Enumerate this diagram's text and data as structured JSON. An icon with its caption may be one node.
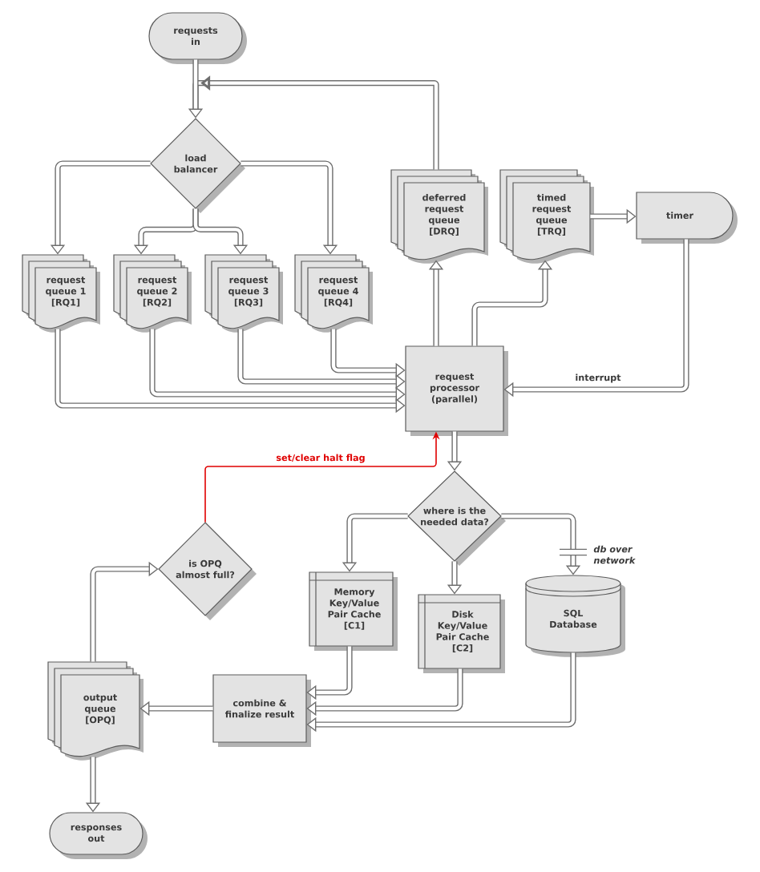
{
  "diagram": {
    "nodes": [
      {
        "text": [
          "requests in"
        ]
      },
      {
        "text": [
          "load balancer"
        ]
      },
      {
        "text": [
          "request queue 1 [RQ1]"
        ]
      },
      {
        "text": [
          "request queue 2 [RQ2]"
        ]
      },
      {
        "text": [
          "request queue 3 [RQ3]"
        ]
      },
      {
        "text": [
          "request queue 4 [RQ4]"
        ]
      },
      {
        "text": [
          "deferred request queue [DRQ]"
        ]
      },
      {
        "text": [
          "timed request queue [TRQ]"
        ]
      },
      {
        "text": [
          "timer"
        ]
      },
      {
        "text": [
          "request processor (parallel)"
        ]
      },
      {
        "text": [
          "where is the needed data?"
        ]
      },
      {
        "text": [
          "is OPQ almost full?"
        ]
      },
      {
        "text": [
          "Memory Key/Value Pair Cache [C1]"
        ]
      },
      {
        "text": [
          "Disk Key/Value Pair Cache [C2]"
        ]
      },
      {
        "text": [
          "SQL Database"
        ]
      },
      {
        "text": [
          "combine & finalize result"
        ]
      },
      {
        "text": [
          "output queue [OPQ]"
        ]
      },
      {
        "text": [
          "responses out"
        ]
      }
    ],
    "edges": [
      {
        "from": 0,
        "to": 1,
        "arrow": "to"
      },
      {
        "from": 1,
        "to": 2,
        "arrow": "to"
      },
      {
        "from": 1,
        "to": 3,
        "arrow": "to"
      },
      {
        "from": 1,
        "to": 4,
        "arrow": "to"
      },
      {
        "from": 1,
        "to": 5,
        "arrow": "to"
      },
      {
        "from": 2,
        "to": 9,
        "arrow": "to"
      },
      {
        "from": 3,
        "to": 9,
        "arrow": "to"
      },
      {
        "from": 4,
        "to": 9,
        "arrow": "to"
      },
      {
        "from": 5,
        "to": 9,
        "arrow": "to"
      },
      {
        "from": 9,
        "to": 6,
        "arrow": "to"
      },
      {
        "from": 9,
        "to": 7,
        "arrow": "to"
      },
      {
        "from": 6,
        "to": 1,
        "arrow": "to"
      },
      {
        "from": 7,
        "to": 8,
        "arrow": "to"
      },
      {
        "from": 8,
        "to": 9,
        "arrow": "to",
        "label": "interrupt"
      },
      {
        "from": 9,
        "to": 10,
        "arrow": "to"
      },
      {
        "from": 11,
        "to": 9,
        "arrow": "to",
        "label": "set/clear halt flag",
        "color": "#e00000"
      },
      {
        "from": 10,
        "to": 12,
        "arrow": "to"
      },
      {
        "from": 10,
        "to": 13,
        "arrow": "to"
      },
      {
        "from": 10,
        "to": 14,
        "arrow": "to",
        "label": "db over network"
      },
      {
        "from": 12,
        "to": 15,
        "arrow": "to"
      },
      {
        "from": 13,
        "to": 15,
        "arrow": "to"
      },
      {
        "from": 14,
        "to": 15,
        "arrow": "to"
      },
      {
        "from": 15,
        "to": 16,
        "arrow": "to"
      },
      {
        "from": 16,
        "to": 11,
        "arrow": "to"
      },
      {
        "from": 16,
        "to": 17,
        "arrow": "to"
      }
    ]
  }
}
